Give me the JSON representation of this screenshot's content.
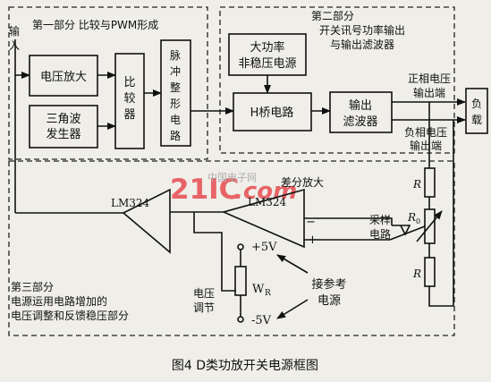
{
  "section1": {
    "title": "第一部分  比较与PWM形成",
    "input_label": [
      "输",
      "入"
    ],
    "voltage_amp": "电压放大",
    "triangle_gen": [
      "三角波",
      "发生器"
    ],
    "comparator": [
      "比",
      "较",
      "器"
    ],
    "pulse_shaper": [
      "脉",
      "冲",
      "整",
      "形",
      "电",
      "路"
    ]
  },
  "section2": {
    "title": [
      "第二部分",
      "开关讯号功率输出",
      "与输出滤波器"
    ],
    "high_power_supply": [
      "大功率",
      "非稳压电源"
    ],
    "h_bridge": "H桥电路",
    "output_filter": [
      "输出",
      "滤波器"
    ],
    "pos_output": [
      "正相电压",
      "输出端"
    ],
    "neg_output": [
      "负相电压",
      "输出端"
    ],
    "load": [
      "负",
      "载"
    ]
  },
  "section3": {
    "title": [
      "第三部分",
      "电源运用电路增加的",
      "电压调整和反馈稳压部分"
    ],
    "opamp1": "LM324",
    "opamp2": "LM324",
    "diff_amp": "差分放大",
    "pos_5v": "+5V",
    "neg_5v": "-5V",
    "pot_label": "W",
    "pot_sub": "R",
    "voltage_adjust": [
      "电压",
      "调节"
    ],
    "ref_source": [
      "接参考",
      "电源"
    ],
    "sampling": [
      "采样",
      "电路"
    ],
    "r_top": "R",
    "r_bottom": "R",
    "r0": "R",
    "r0_sub": "0",
    "minus_sign": "−",
    "plus_sign": "+"
  },
  "watermark": {
    "brand": "21IC",
    "dotcom": ".com",
    "subtitle": "中国电子网"
  },
  "caption": "图4    D类功放开关电源框图"
}
